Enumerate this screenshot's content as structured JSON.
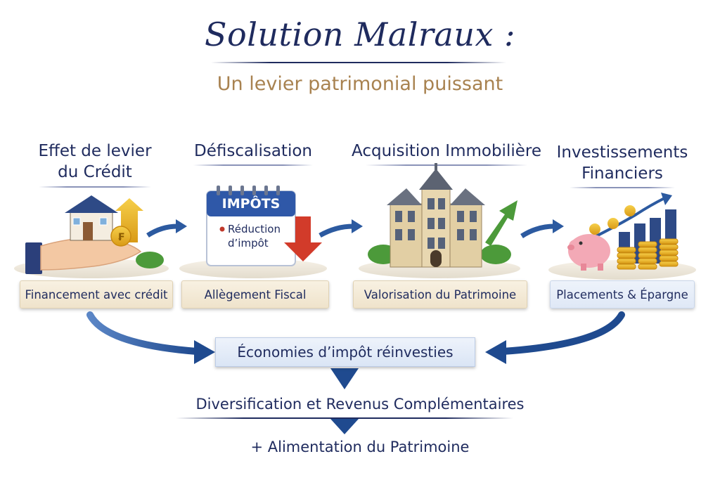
{
  "header": {
    "title": "Solution Malraux :",
    "subtitle": "Un levier patrimonial puissant"
  },
  "stages": [
    {
      "title_line1": "Effet de levier",
      "title_line2": "du Crédit",
      "label": "Financement avec crédit"
    },
    {
      "title_line1": "Défiscalisation",
      "title_line2": "",
      "label": "Allègement Fiscal",
      "calendar_header": "IMPÔTS",
      "calendar_text_line1": "Réduction",
      "calendar_text_line2": "d’impôt"
    },
    {
      "title_line1": "Acquisition Immobilière",
      "title_line2": "",
      "label": "Valorisation du Patrimoine"
    },
    {
      "title_line1": "Investissements",
      "title_line2": "Financiers",
      "label": "Placements & Épargne"
    }
  ],
  "center": {
    "label": "Économies d’impôt réinvesties"
  },
  "bottom": {
    "line1": "Diversification et Revenus Complémentaires",
    "line2": "+ Alimentation du Patrimoine"
  },
  "colors": {
    "navy": "#1f2b5e",
    "gold": "#a88250",
    "arrow_blue": "#2c5aa0",
    "green": "#4c9a3a",
    "red": "#d23b2a"
  }
}
